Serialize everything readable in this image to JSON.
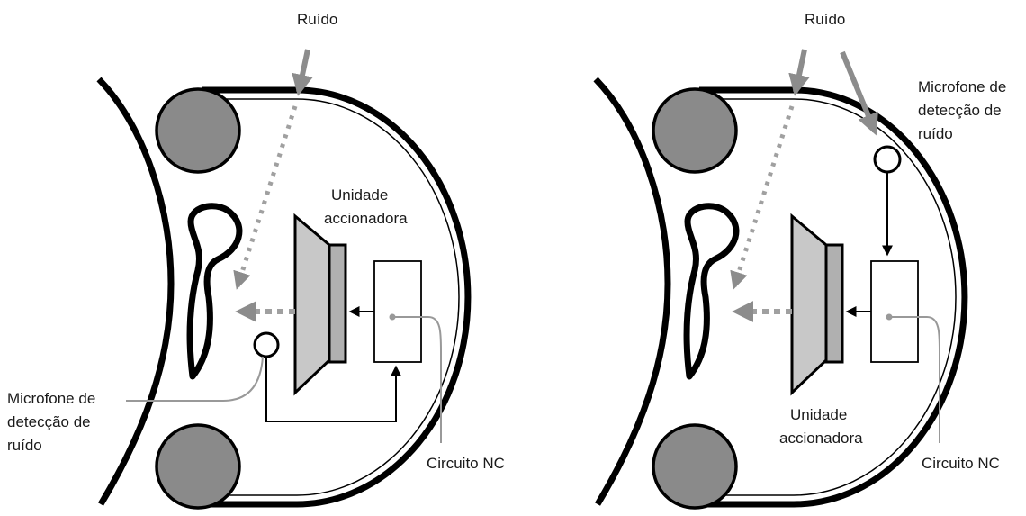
{
  "colors": {
    "outline": "#000000",
    "cushion": "#8a8a8a",
    "driver": "#c8c8c8",
    "noise_arrow": "#8c8c8c",
    "mic_line": "#999999"
  },
  "left": {
    "noise": "Ruído",
    "driver_unit": [
      "Unidade",
      "accionadora"
    ],
    "mic": [
      "Microfone de",
      "detecção de",
      "ruído"
    ],
    "circuit": "Circuito NC"
  },
  "right": {
    "noise": "Ruído",
    "mic": [
      "Microfone de",
      "detecção de",
      "ruído"
    ],
    "driver_unit": [
      "Unidade",
      "accionadora"
    ],
    "circuit": "Circuito NC"
  }
}
